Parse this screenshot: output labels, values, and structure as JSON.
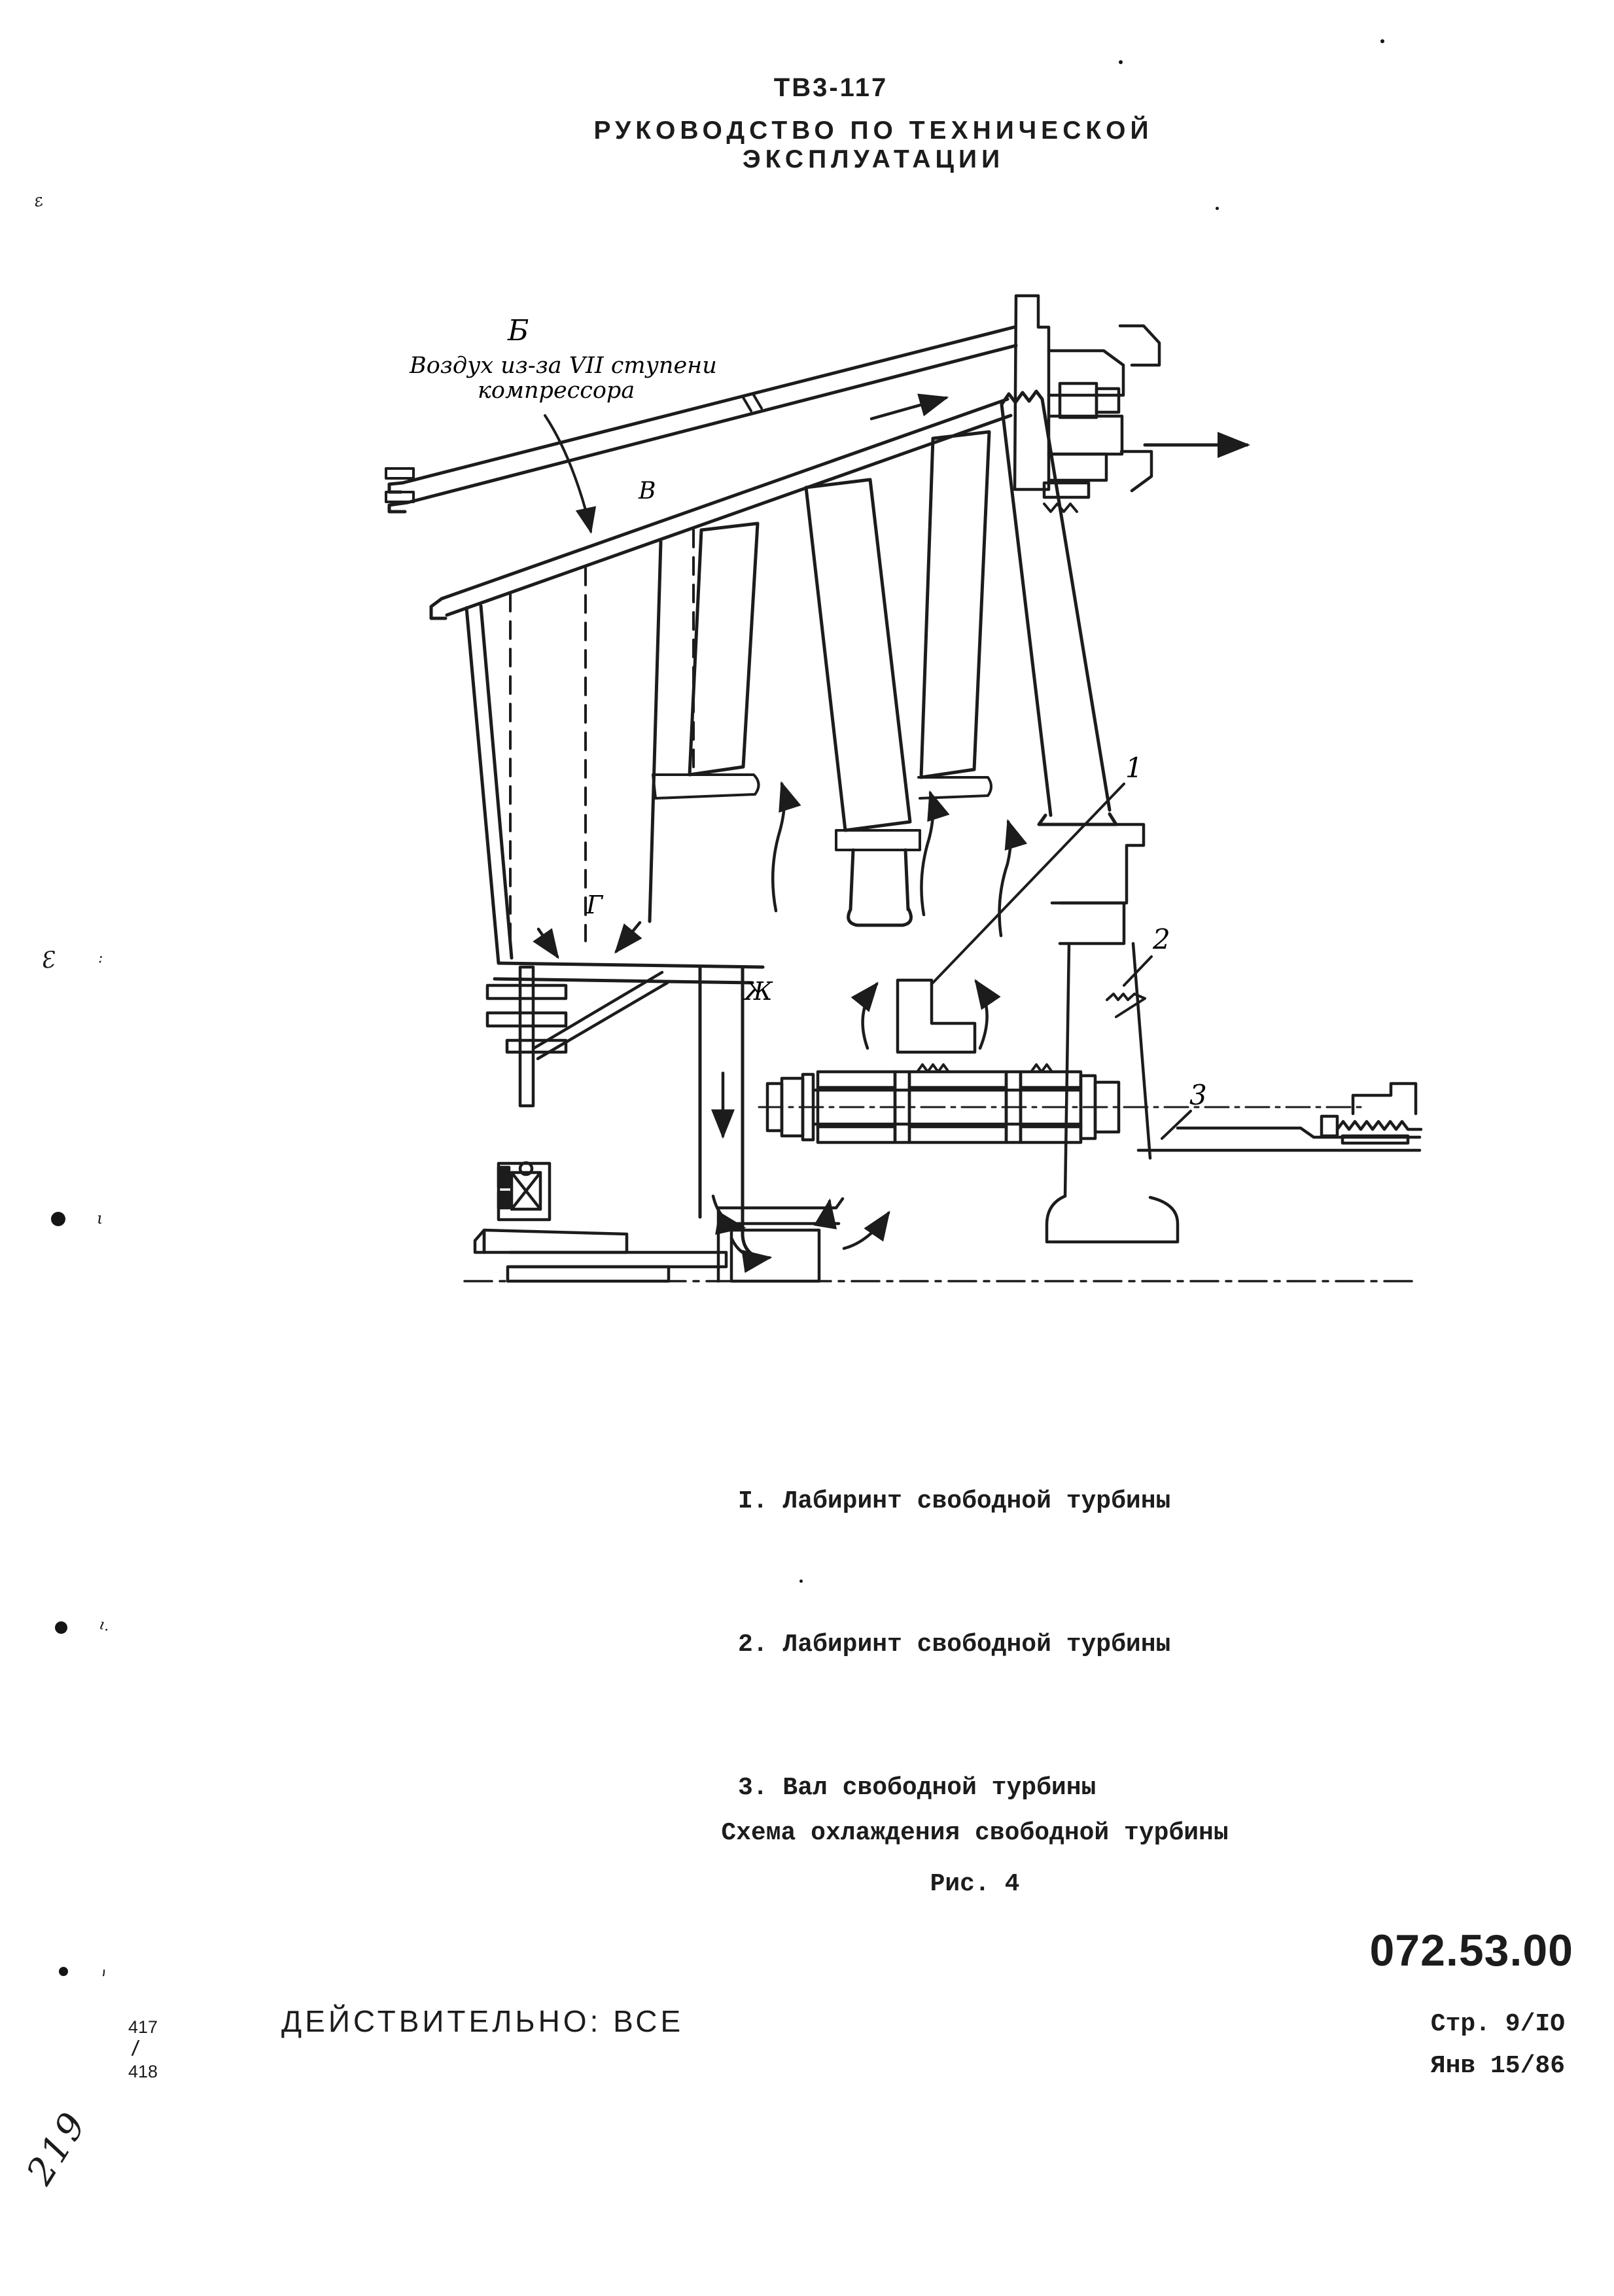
{
  "ink": "#1c1c1c",
  "header": {
    "model": "ТВ3-117",
    "title": "РУКОВОДСТВО ПО ТЕХНИЧЕСКОЙ ЭКСПЛУАТАЦИИ"
  },
  "diagram": {
    "label_b": "Б",
    "air_note_line1": "Воздух из-за VII ступени",
    "air_note_line2": "компрессора",
    "label_v": "В",
    "label_g": "Г",
    "label_zh": "Ж",
    "callout_1": "1",
    "callout_2": "2",
    "callout_3": "3"
  },
  "legend": {
    "items": [
      {
        "num": "I.",
        "text": "Лабиринт свободной турбины"
      },
      {
        "num": "2.",
        "text": "Лабиринт свободной турбины"
      },
      {
        "num": "3.",
        "text": "Вал свободной турбины"
      }
    ]
  },
  "caption": {
    "title": "Схема охлаждения свободной турбины",
    "figure": "Рис. 4"
  },
  "footer": {
    "validity": "ДЕЙСТВИТЕЛЬНО: ВСЕ",
    "doc_number": "072.53.00",
    "page": "Стр. 9/IO",
    "date": "Янв 15/86",
    "sheet_top": "417",
    "sheet_divider": "/",
    "sheet_bottom": "418",
    "handwritten": "219"
  }
}
